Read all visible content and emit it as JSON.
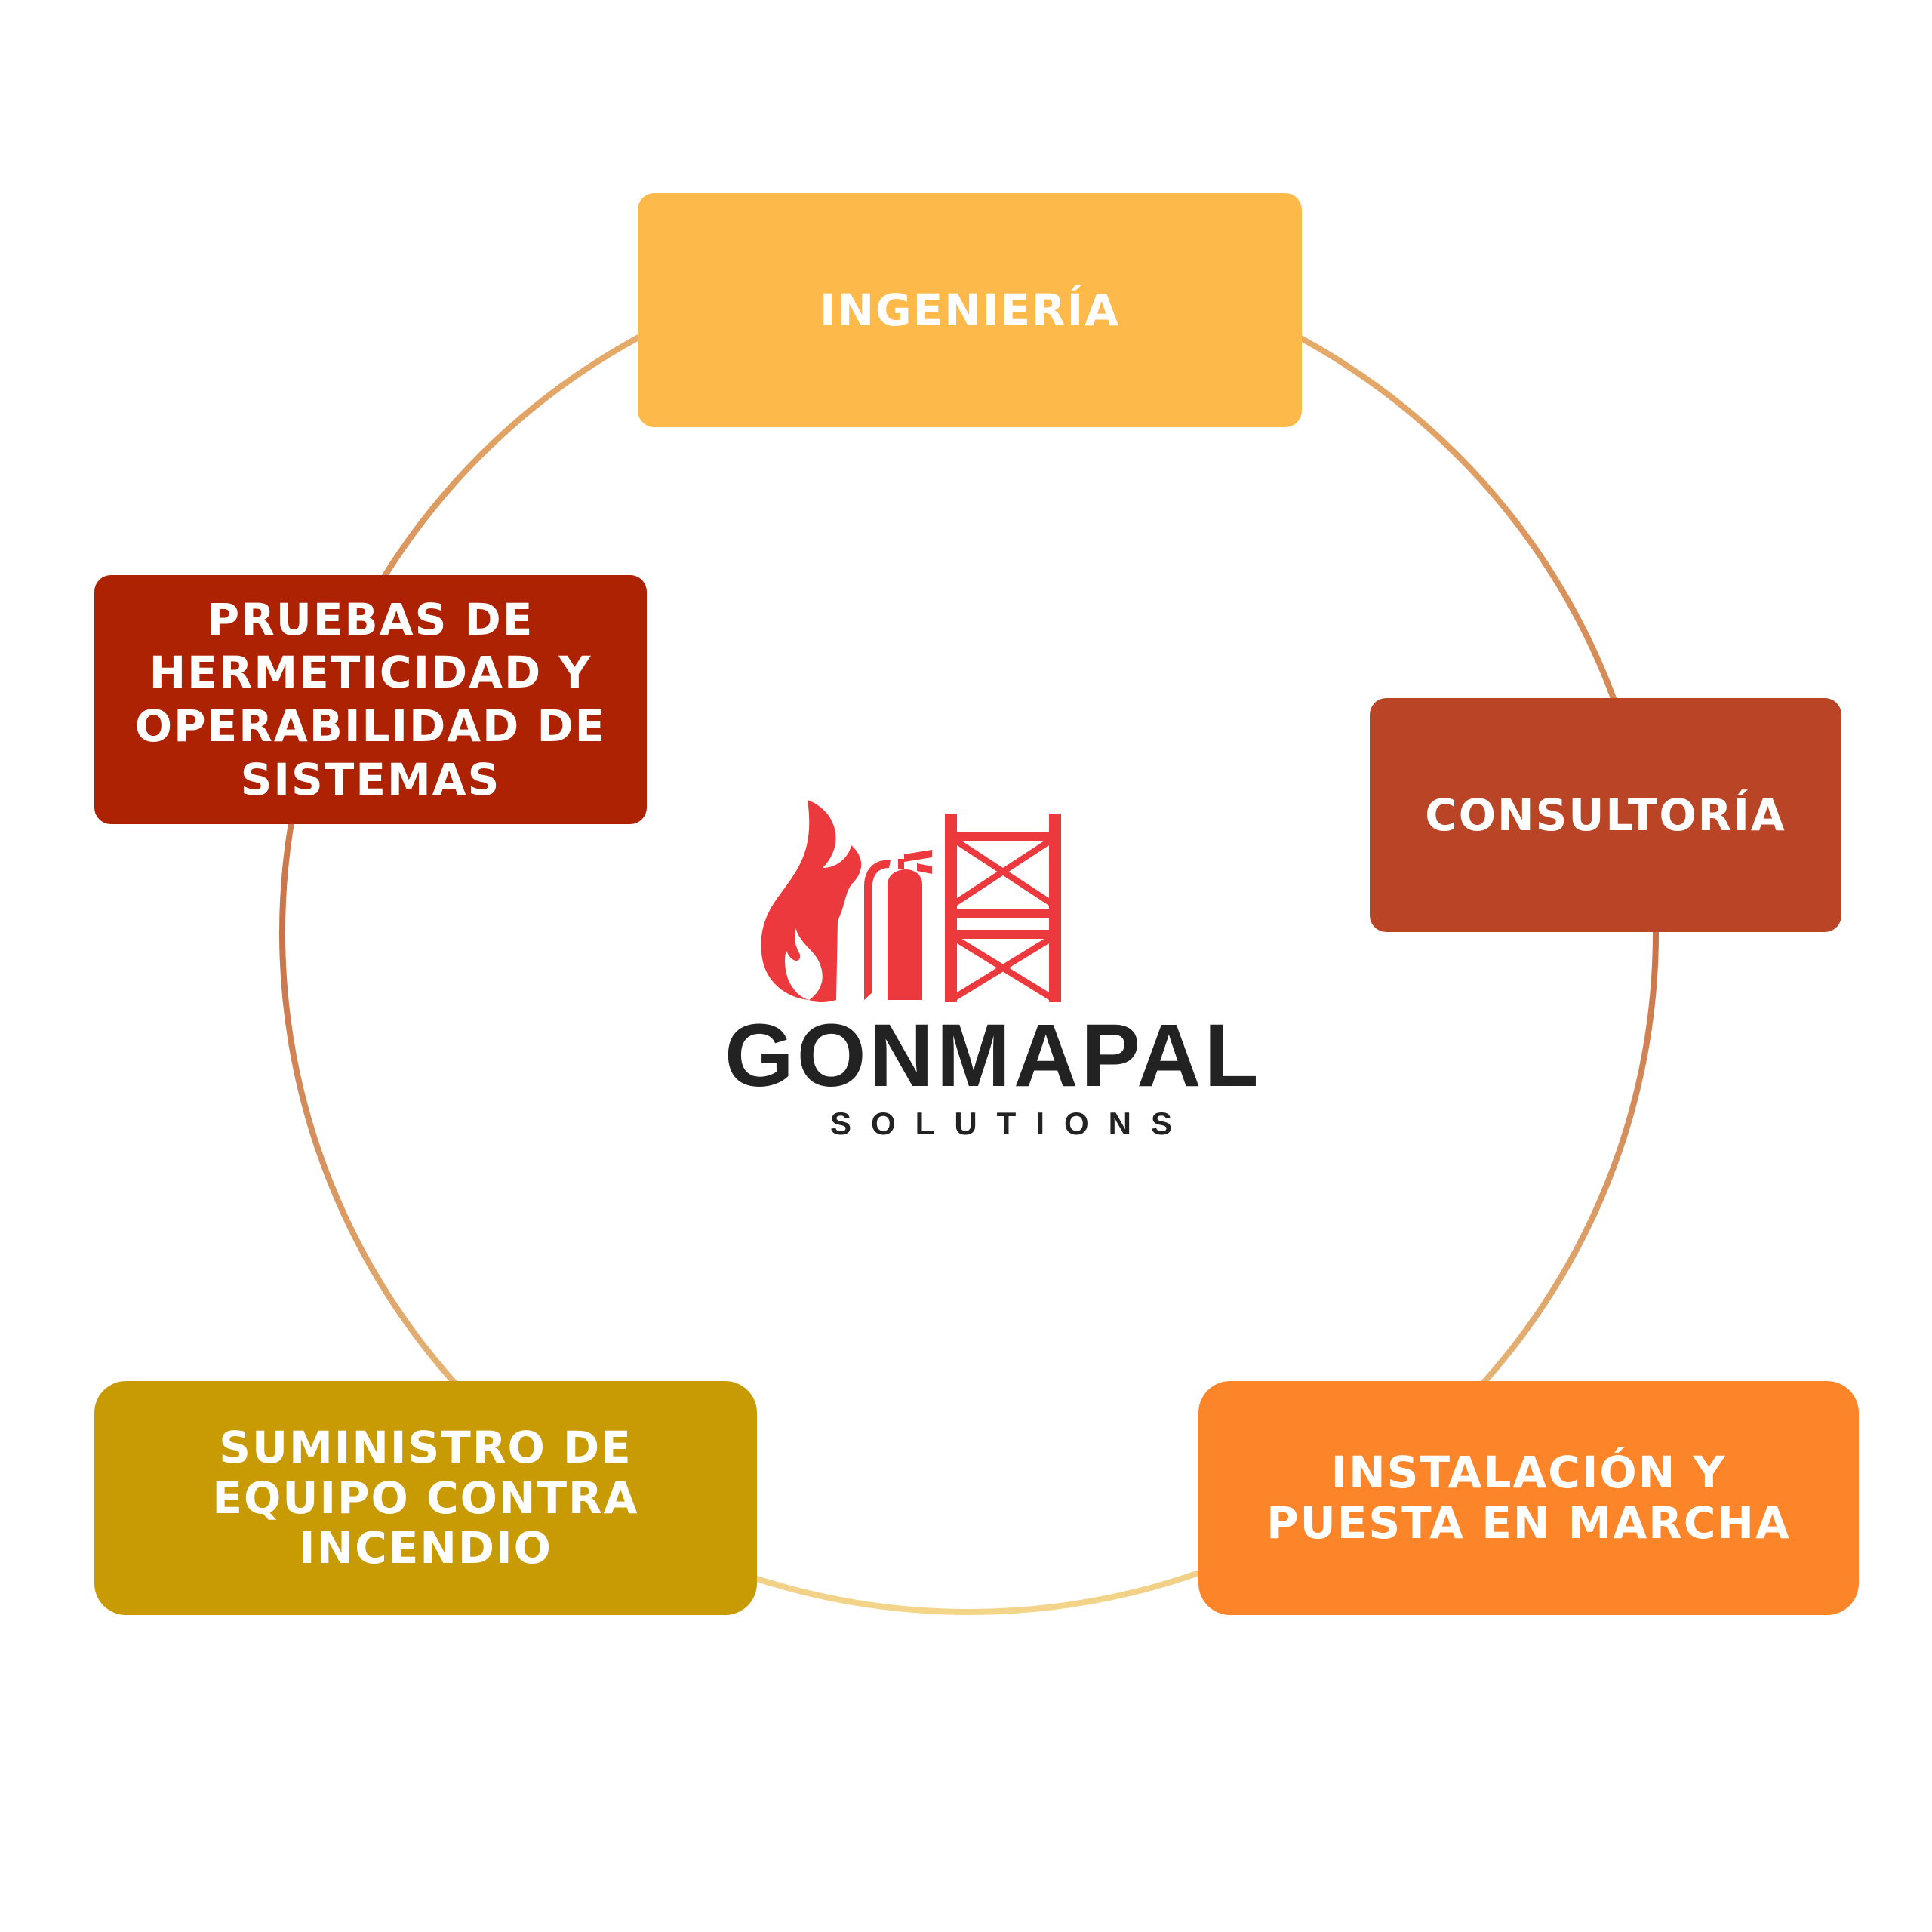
{
  "colors": {
    "ingenieria": "#FDBA4A",
    "consultoria": "#B94526",
    "instalacion": "#FB8528",
    "suministro": "#C89A03",
    "pruebas": "#AD2202",
    "ring_top": "#E9B36F",
    "ring_side": "#C9724A",
    "logo_red": "#EC393D",
    "logo_dark": "#222222"
  },
  "nodes": {
    "ingenieria": {
      "label": "INGENIERÍA"
    },
    "consultoria": {
      "label": "CONSULTORÍA"
    },
    "instalacion": {
      "label": "INSTALACIÓN Y PUESTA EN MARCHA"
    },
    "suministro": {
      "label": "SUMINISTRO DE EQUIPO CONTRA INCENDIO"
    },
    "pruebas": {
      "label": "PRUEBAS DE HERMETICIDAD Y OPERABILIDAD DE SISTEMAS"
    }
  },
  "logo": {
    "name": "GONMAPAL",
    "subtitle": "SOLUTIONS",
    "icon": "fire-extinguisher-scaffold-icon"
  }
}
